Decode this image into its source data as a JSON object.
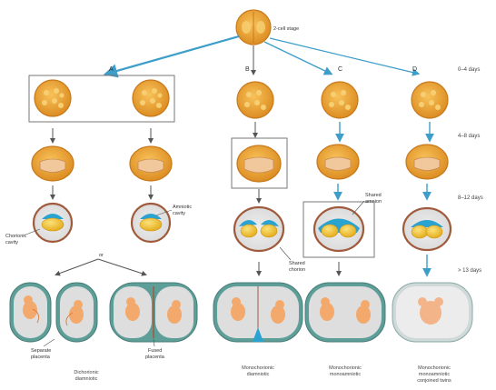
{
  "top_label": "2-cell stage",
  "columns": [
    "A",
    "B",
    "C",
    "D"
  ],
  "stages": [
    "0–4 days",
    "4–8 days",
    "8–12 days",
    "> 13 days"
  ],
  "annotations": {
    "amniotic_cavity_line1": "Amniotic",
    "amniotic_cavity_line2": "cavity",
    "chorionic_cavity_line1": "Chorionic",
    "chorionic_cavity_line2": "cavity",
    "shared_amnion_line1": "Shared",
    "shared_amnion_line2": "amnion",
    "shared_chorion_line1": "Shared",
    "shared_chorion_line2": "chorion",
    "or": "or"
  },
  "placenta_labels": {
    "separate_line1": "Separate",
    "separate_line2": "placenta",
    "fused_line1": "Fused",
    "fused_line2": "placenta"
  },
  "captions": {
    "dichorionic_line1": "Dichorionic",
    "dichorionic_line2": "diamniotic",
    "mono_di_line1": "Monochorionic",
    "mono_di_line2": "diamniotic",
    "mono_mono_line1": "Monochorionic",
    "mono_mono_line2": "monoamniotic",
    "conjoined_line1": "Monochorionic",
    "conjoined_line2": "monoamniotic",
    "conjoined_line3": "conjoined twins"
  },
  "colors": {
    "cell_orange": "#e9a233",
    "amnion_blue": "#2aa3d0",
    "yolk_yellow": "#f4c534",
    "chorion_brown": "#a05a3c",
    "placenta_teal": "#5e9e98",
    "box_gray": "#777777"
  }
}
